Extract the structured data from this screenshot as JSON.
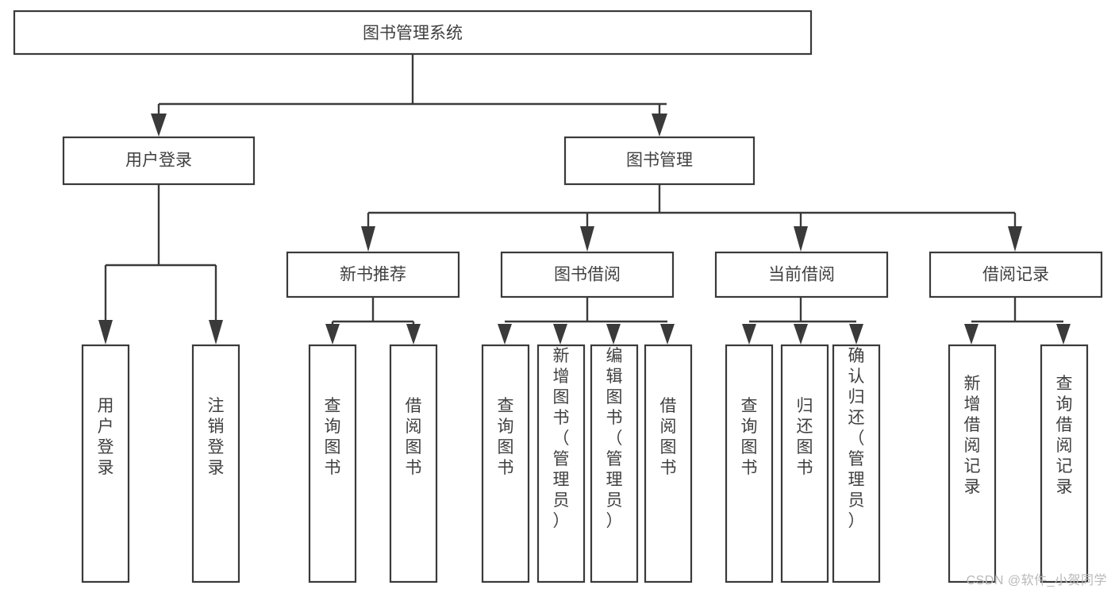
{
  "diagram": {
    "title": "图书管理系统",
    "type": "tree-hierarchy-chart",
    "watermark": "CSDN @软件_小贺同学",
    "colors": {
      "box_stroke": "#3a3a3a",
      "box_fill": "#ffffff",
      "text": "#404040",
      "connector": "#3a3a3a",
      "watermark": "#b9b9b9",
      "background": "#ffffff"
    },
    "root": {
      "id": "root",
      "label": "图书管理系统",
      "level": 1
    },
    "level2": [
      {
        "id": "user-login",
        "label": "用户登录",
        "level": 2
      },
      {
        "id": "book-management",
        "label": "图书管理",
        "level": 2
      }
    ],
    "level3": [
      {
        "id": "new-book-recommend",
        "label": "新书推荐",
        "level": 3,
        "parent": "book-management"
      },
      {
        "id": "book-borrow",
        "label": "图书借阅",
        "level": 3,
        "parent": "book-management"
      },
      {
        "id": "current-borrow",
        "label": "当前借阅",
        "level": 3,
        "parent": "book-management"
      },
      {
        "id": "borrow-record",
        "label": "借阅记录",
        "level": 3,
        "parent": "book-management"
      }
    ],
    "leaves": [
      {
        "id": "leaf-user-login",
        "label": "用户登录",
        "parent": "user-login"
      },
      {
        "id": "leaf-user-logout",
        "label": "注销登录",
        "parent": "user-login"
      },
      {
        "id": "leaf-query-book-1",
        "label": "查询图书",
        "parent": "new-book-recommend"
      },
      {
        "id": "leaf-borrow-book-1",
        "label": "借阅图书",
        "parent": "new-book-recommend"
      },
      {
        "id": "leaf-query-book-2",
        "label": "查询图书",
        "parent": "book-borrow"
      },
      {
        "id": "leaf-add-book",
        "label": "新增图书（管理员）",
        "parent": "book-borrow"
      },
      {
        "id": "leaf-edit-book",
        "label": "编辑图书（管理员）",
        "parent": "book-borrow"
      },
      {
        "id": "leaf-borrow-book-2",
        "label": "借阅图书",
        "parent": "book-borrow"
      },
      {
        "id": "leaf-query-book-3",
        "label": "查询图书",
        "parent": "current-borrow"
      },
      {
        "id": "leaf-return-book",
        "label": "归还图书",
        "parent": "current-borrow"
      },
      {
        "id": "leaf-confirm-return",
        "label": "确认归还（管理员）",
        "parent": "current-borrow"
      },
      {
        "id": "leaf-add-record",
        "label": "新增借阅记录",
        "parent": "borrow-record"
      },
      {
        "id": "leaf-query-record",
        "label": "查询借阅记录",
        "parent": "borrow-record"
      }
    ]
  }
}
